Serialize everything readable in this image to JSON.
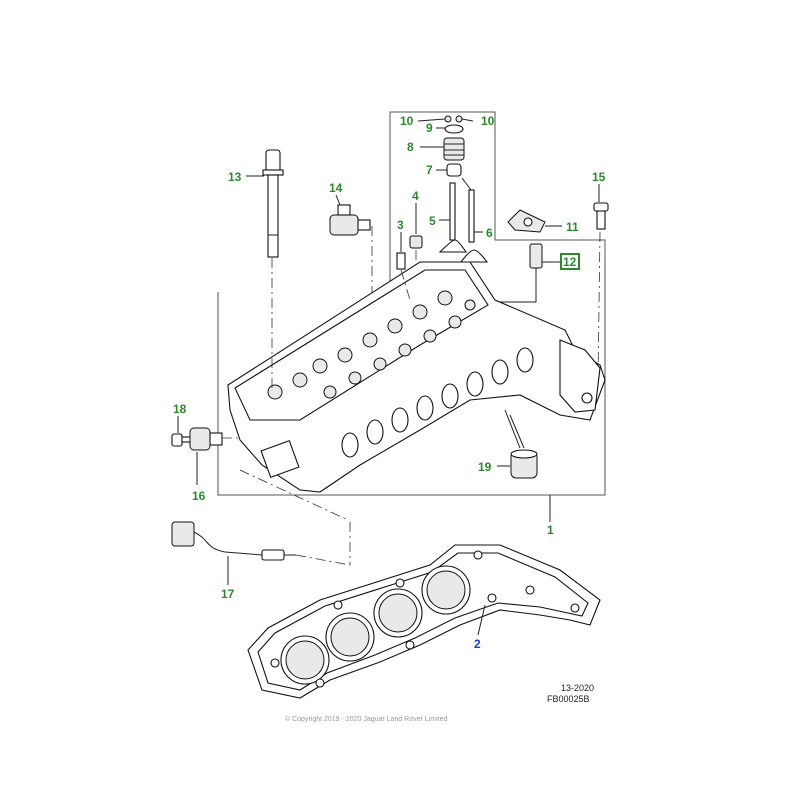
{
  "diagram": {
    "callouts": [
      {
        "id": "c13",
        "label": "13"
      },
      {
        "id": "c14",
        "label": "14"
      },
      {
        "id": "c3",
        "label": "3"
      },
      {
        "id": "c4",
        "label": "4"
      },
      {
        "id": "c5",
        "label": "5"
      },
      {
        "id": "c6",
        "label": "6"
      },
      {
        "id": "c7",
        "label": "7"
      },
      {
        "id": "c8",
        "label": "8"
      },
      {
        "id": "c9",
        "label": "9"
      },
      {
        "id": "c10a",
        "label": "10"
      },
      {
        "id": "c10b",
        "label": "10"
      },
      {
        "id": "c11",
        "label": "11"
      },
      {
        "id": "c12",
        "label": "12"
      },
      {
        "id": "c15",
        "label": "15"
      },
      {
        "id": "c18",
        "label": "18"
      },
      {
        "id": "c16",
        "label": "16"
      },
      {
        "id": "c19",
        "label": "19"
      },
      {
        "id": "c1",
        "label": "1"
      },
      {
        "id": "c17",
        "label": "17"
      },
      {
        "id": "c2",
        "label": "2"
      }
    ],
    "ref_date": "13-2020",
    "ref_code": "FB00025B",
    "copyright": "© Copyright 2019 - 2020 Jaguar Land Rover Limited",
    "colors": {
      "callout": "#2a8a2a",
      "callout_highlight": "#1a3fb8",
      "line": "#222222"
    }
  }
}
